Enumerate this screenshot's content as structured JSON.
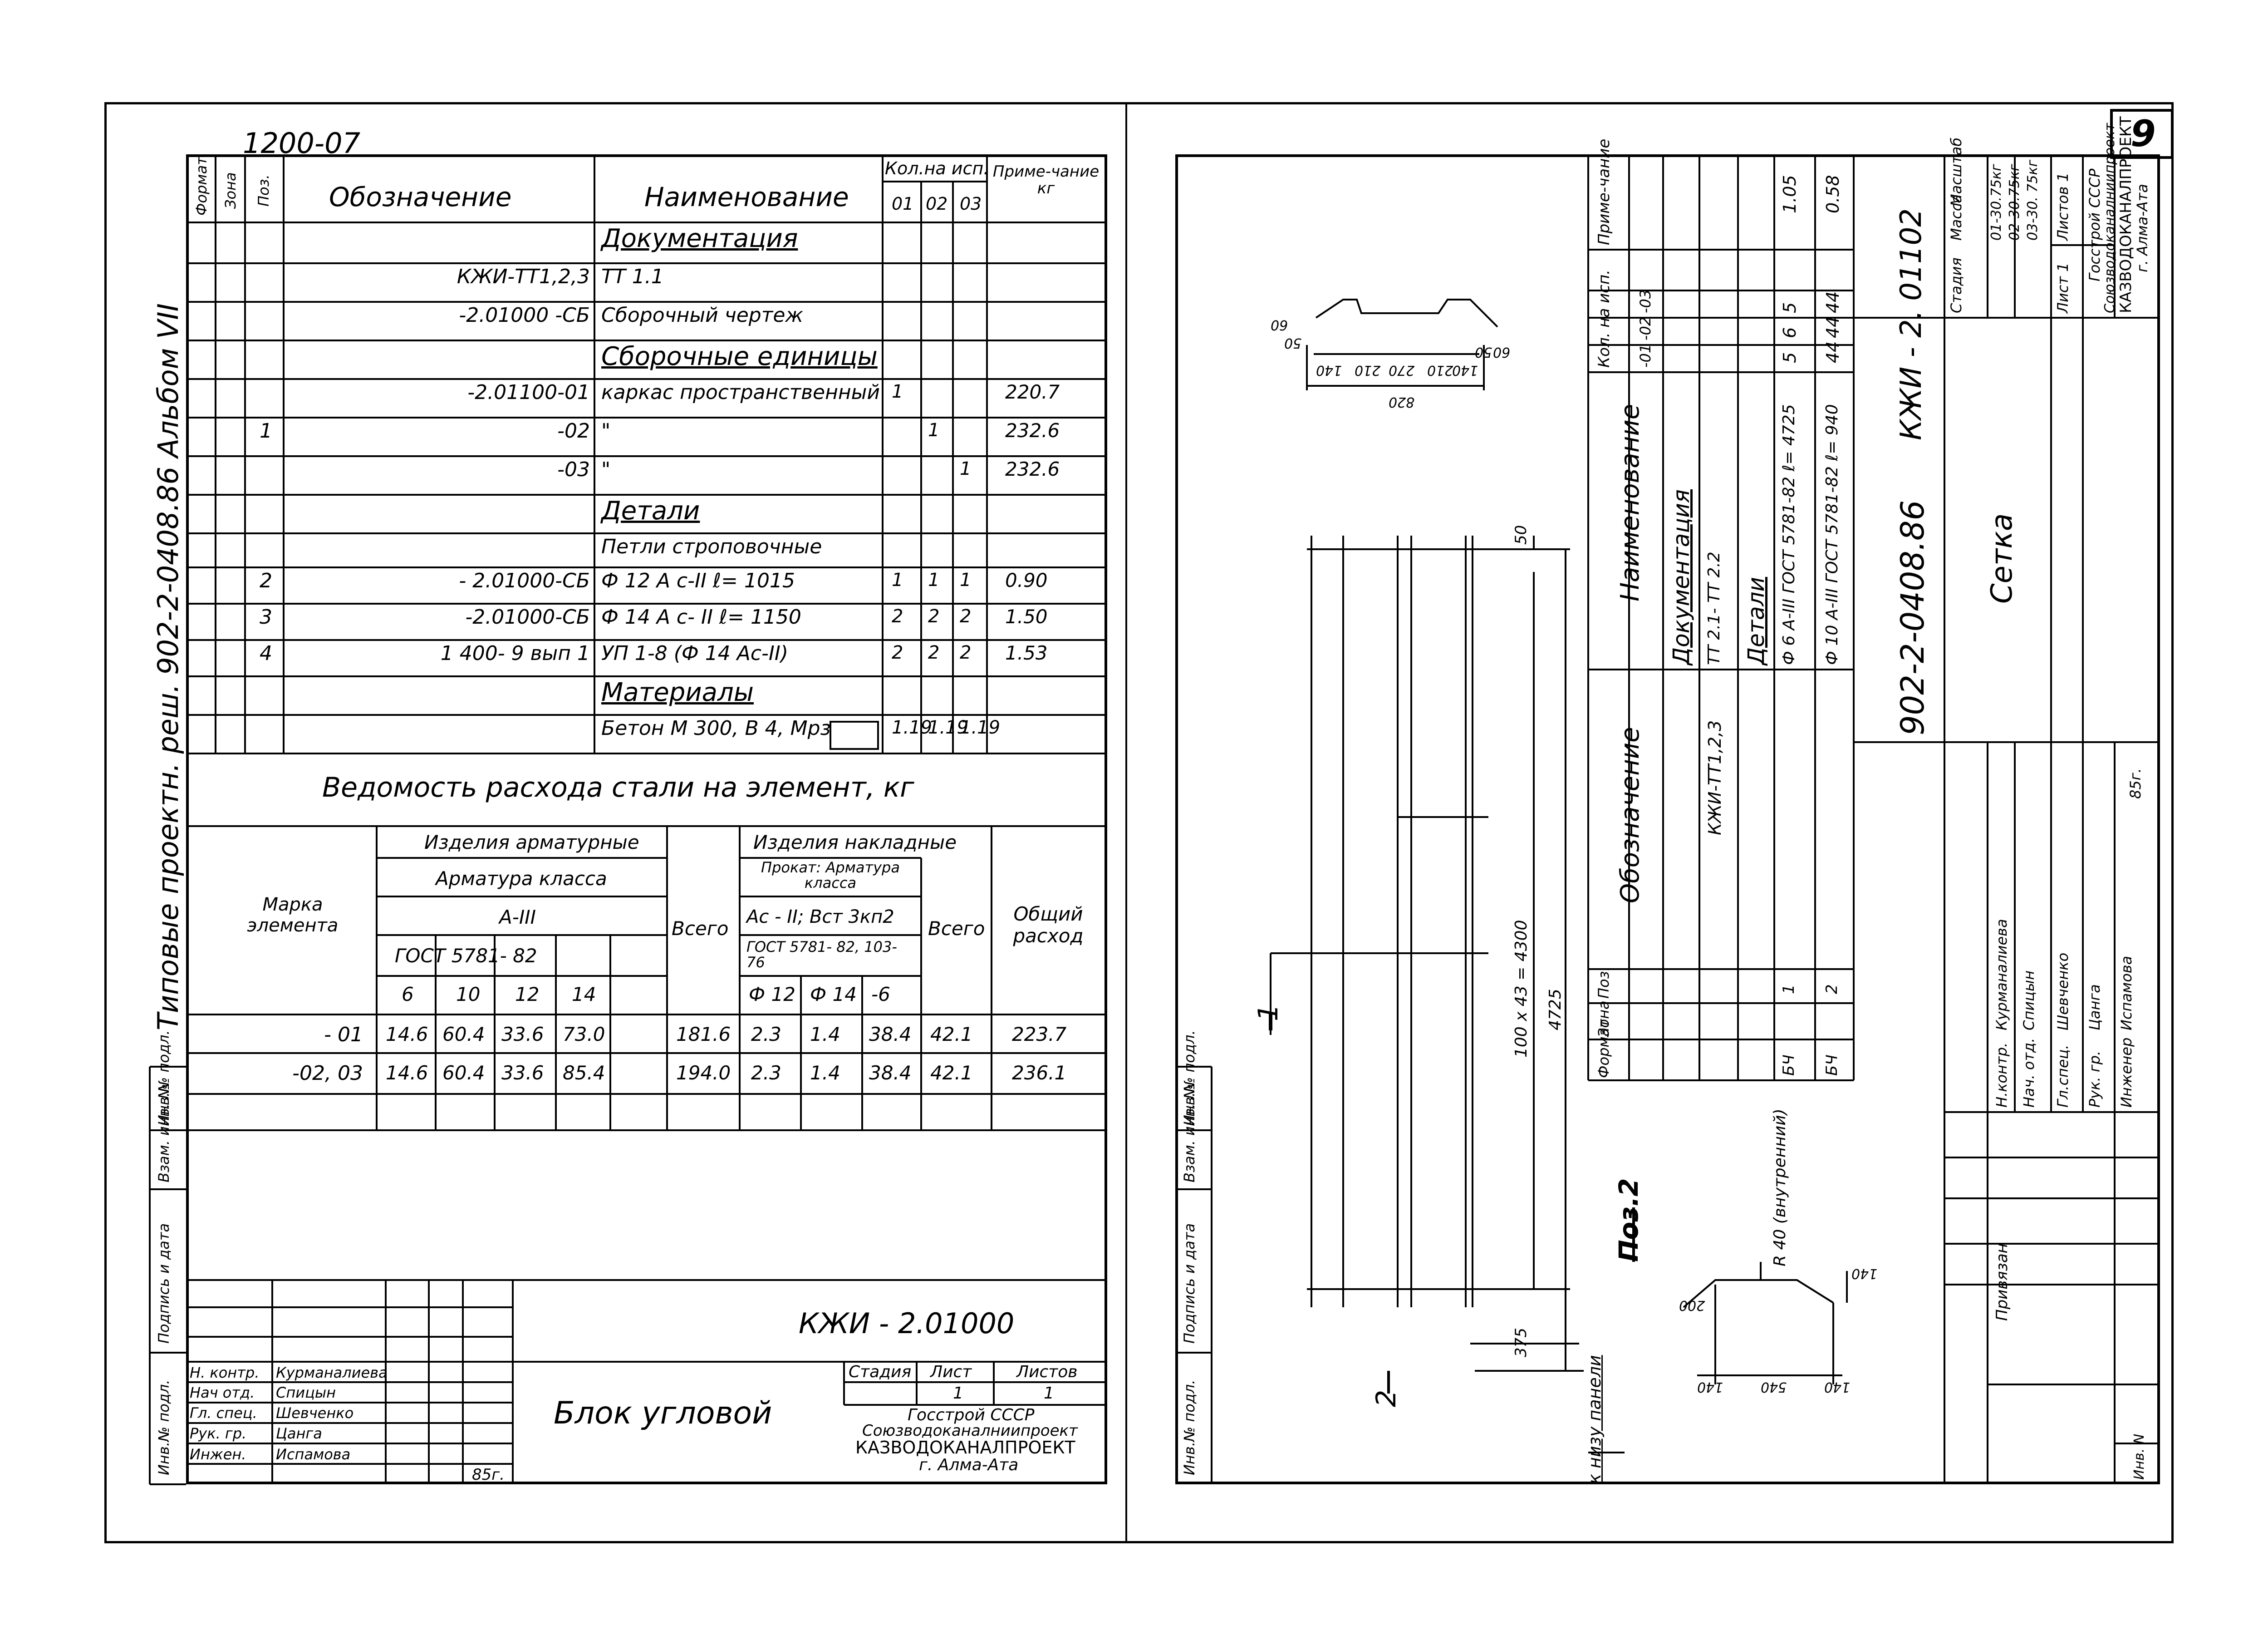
{
  "page_number": "9",
  "left_sheet": {
    "top_code": "1200-07",
    "vertical_title": "Типовые проектн. реш. 902-2-0408.86 Альбом VII",
    "spec_headers": {
      "format": "Формат",
      "zone": "Зона",
      "pos": "Поз.",
      "designation": "Обозначение",
      "name": "Наименование",
      "qty": "Кол.на исп.",
      "q01": "01",
      "q02": "02",
      "q03": "03",
      "note": "Приме-чание кг"
    },
    "spec_rows": [
      {
        "pos": "",
        "designation": "",
        "name": "Документация",
        "q1": "",
        "q2": "",
        "q3": "",
        "note": ""
      },
      {
        "pos": "",
        "designation": "КЖИ-ТТ1,2,3",
        "name": "ТТ 1.1",
        "q1": "",
        "q2": "",
        "q3": "",
        "note": ""
      },
      {
        "pos": "",
        "designation": "-2.01000 -СБ",
        "name": "Сборочный чертеж",
        "q1": "",
        "q2": "",
        "q3": "",
        "note": ""
      },
      {
        "pos": "",
        "designation": "",
        "name": "Сборочные единицы",
        "q1": "",
        "q2": "",
        "q3": "",
        "note": ""
      },
      {
        "pos": "",
        "designation": "-2.01100-01",
        "name": "каркас пространственный",
        "q1": "1",
        "q2": "",
        "q3": "",
        "note": "220.7"
      },
      {
        "pos": "1",
        "designation": "-02",
        "name": "\"",
        "q1": "",
        "q2": "1",
        "q3": "",
        "note": "232.6"
      },
      {
        "pos": "",
        "designation": "-03",
        "name": "\"",
        "q1": "",
        "q2": "",
        "q3": "1",
        "note": "232.6"
      },
      {
        "pos": "",
        "designation": "",
        "name": "Детали",
        "q1": "",
        "q2": "",
        "q3": "",
        "note": ""
      },
      {
        "pos": "",
        "designation": "",
        "name": "Петли строповочные",
        "q1": "",
        "q2": "",
        "q3": "",
        "note": ""
      },
      {
        "pos": "2",
        "designation": "- 2.01000-СБ",
        "name": "Ф 12 А с-II      ℓ= 1015",
        "q1": "1",
        "q2": "1",
        "q3": "1",
        "note": "0.90"
      },
      {
        "pos": "3",
        "designation": "-2.01000-СБ",
        "name": "Ф 14 А с- II      ℓ= 1150",
        "q1": "2",
        "q2": "2",
        "q3": "2",
        "note": "1.50"
      },
      {
        "pos": "4",
        "designation": "1 400- 9  вып 1",
        "name": "УП 1-8 (Ф 14 Ас-II)",
        "q1": "2",
        "q2": "2",
        "q3": "2",
        "note": "1.53"
      },
      {
        "pos": "",
        "designation": "",
        "name": "Материалы",
        "q1": "",
        "q2": "",
        "q3": "",
        "note": ""
      },
      {
        "pos": "",
        "designation": "",
        "name": "Бетон М 300, В 4, Мрз",
        "q1": "1.19",
        "q2": "1.19",
        "q3": "1.19",
        "note": ""
      }
    ],
    "steel_title": "Ведомость расхода стали на элемент, кг",
    "steel_headers": {
      "mark": "Марка элемента",
      "armature_items": "Изделия арматурные",
      "armature_class": "Арматура класса",
      "class_a3": "А-III",
      "gost_a3": "ГОСТ 5781- 82",
      "d6": "6",
      "d10": "10",
      "d12": "12",
      "d14": "14",
      "total": "Всего",
      "embed_items": "Изделия накладные",
      "rolled": "Прокат: Арматура класса",
      "class_ac2": "Ас - II; Вст 3кп2",
      "gost_ac2": "ГОСТ 5781- 82, 103- 76",
      "p12": "Ф 12",
      "p14": "Ф 14",
      "p6": "-6",
      "total2": "Всего",
      "overall": "Общий расход"
    },
    "steel_rows": [
      {
        "mark": "- 01",
        "d6": "14.6",
        "d10": "60.4",
        "d12": "33.6",
        "d14": "73.0",
        "total": "181.6",
        "p12": "2.3",
        "p14": "1.4",
        "p6": "38.4",
        "total2": "42.1",
        "overall": "223.7"
      },
      {
        "mark": "-02, 03",
        "d6": "14.6",
        "d10": "60.4",
        "d12": "33.6",
        "d14": "85.4",
        "total": "194.0",
        "p12": "2.3",
        "p14": "1.4",
        "p6": "38.4",
        "total2": "42.1",
        "overall": "236.1"
      }
    ],
    "side_stamp": [
      "Инв.№ подл.",
      "Подпись и дата",
      "Взам. инв. №"
    ],
    "title_block": {
      "code": "КЖИ - 2.01000",
      "title": "Блок угловой",
      "stage": "Стадия",
      "sheet": "Лист",
      "sheets": "Листов",
      "sheet_val": "1",
      "sheets_val": "1",
      "org": [
        "Госстрой СССР",
        "Союзводоканалниипроект",
        "КАЗВОДОКАНАЛПРОЕКТ",
        "г. Алма-Ата"
      ],
      "roles": [
        {
          "role": "Н. контр.",
          "name": "Курманалиева"
        },
        {
          "role": "Нач отд.",
          "name": "Спицын"
        },
        {
          "role": "Гл. спец.",
          "name": "Шевченко"
        },
        {
          "role": "Рук. гр.",
          "name": "Цанга"
        },
        {
          "role": "Инжен.",
          "name": "Испамова"
        }
      ],
      "year": "85г."
    }
  },
  "right_sheet": {
    "side_stamp": [
      "Инв.№ подл.",
      "Подпись и дата",
      "Взам. инв. №"
    ],
    "privyazan": "Привязан",
    "inv_no": "Инв. N",
    "spec_headers": {
      "format": "Формат",
      "zone": "Зона",
      "pos": "Поз.",
      "designation": "Обозначение",
      "name": "Наименование",
      "qty": "Кол. на исп.",
      "q01": "-01",
      "q02": "-02",
      "q03": "-03",
      "note": "Приме-чание"
    },
    "spec_rows": [
      {
        "fmt": "",
        "pos": "",
        "designation": "",
        "name": "Документация",
        "q1": "",
        "q2": "",
        "q3": "",
        "note": ""
      },
      {
        "fmt": "",
        "pos": "",
        "designation": "КЖИ-ТТ1,2,3",
        "name": "ТТ 2.1- ТТ 2.2",
        "q1": "",
        "q2": "",
        "q3": "",
        "note": ""
      },
      {
        "fmt": "",
        "pos": "",
        "designation": "",
        "name": "Детали",
        "q1": "",
        "q2": "",
        "q3": "",
        "note": ""
      },
      {
        "fmt": "БЧ",
        "pos": "1",
        "designation": "",
        "name": "Ф 6 А-III ГОСТ 5781-82 ℓ= 4725",
        "q1": "5",
        "q2": "6",
        "q3": "5",
        "note": "1.05"
      },
      {
        "fmt": "БЧ",
        "pos": "2",
        "designation": "",
        "name": "Ф 10 А-III ГОСТ 5781-82 ℓ= 940",
        "q1": "44",
        "q2": "44",
        "q3": "44",
        "note": "0.58"
      }
    ],
    "title_block": {
      "code": "902-2-0408.86",
      "sub_code": "КЖИ - 2. 01102",
      "title": "Сетка",
      "stage": "Стадия",
      "mass": "Масса",
      "scale": "Масштаб",
      "masses": [
        "01-30.75кг",
        "02-30.75кг",
        "03-30. 75кг"
      ],
      "sheet": "Лист 1",
      "sheets": "Листов 1",
      "org": [
        "Госстрой СССР",
        "Союзводоканалниипроект",
        "КАЗВОДОКАНАЛПРОЕКТ",
        "г. Алма-Ата"
      ],
      "roles": [
        {
          "role": "Н.контр.",
          "name": "Курманалиева"
        },
        {
          "role": "Нач. отд.",
          "name": "Спицын"
        },
        {
          "role": "Гл.спец.",
          "name": "Шевченко"
        },
        {
          "role": "Рук. гр.",
          "name": "Цанга"
        },
        {
          "role": "Инженер",
          "name": "Испамова"
        }
      ],
      "year": "85г."
    },
    "drawing": {
      "dims_profile": [
        "50",
        "60",
        "140",
        "210",
        "270",
        "210",
        "140",
        "50",
        "60",
        "820"
      ],
      "dim_50": "50",
      "dim_mesh": "100 x 43 = 4300",
      "dim_total": "4725",
      "dim_375": "375",
      "to_bottom": "к низу панели",
      "pos1": "1",
      "pos2": "2",
      "pos2_title": "Поз.2",
      "radius": "R 40 (внутренний)",
      "pos2_dims": [
        "140",
        "540",
        "140",
        "200",
        "140"
      ]
    }
  }
}
